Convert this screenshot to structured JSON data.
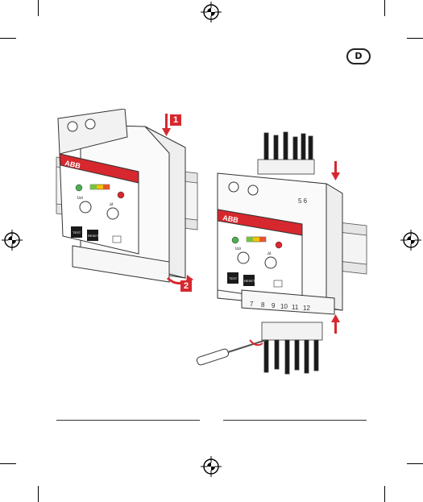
{
  "language_badge": "D",
  "steps": [
    "1",
    "2"
  ],
  "left_device": {
    "brand": "ABB",
    "test_label": "TEST",
    "reset_label": "RESET",
    "range_label": "I∆n",
    "time_label": "∆t"
  },
  "right_device": {
    "brand": "ABB",
    "test_label": "TEST",
    "reset_label": "RESET",
    "range_label": "I∆n",
    "time_label": "∆t",
    "top_terminal_numbers": "5 6",
    "bottom_terminal_numbers": [
      "7",
      "8",
      "9",
      "10",
      "11",
      "12"
    ]
  }
}
